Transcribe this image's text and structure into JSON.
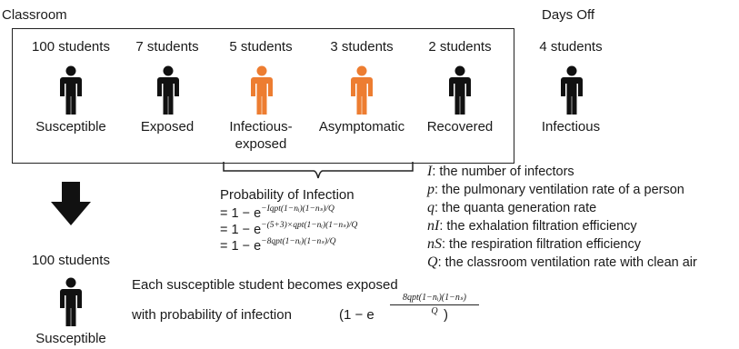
{
  "colors": {
    "black": "#111111",
    "orange": "#ed7d31"
  },
  "classroom_label": "Classroom",
  "days_off_label": "Days Off",
  "groups": [
    {
      "count": "100 students",
      "label": "Susceptible",
      "color": "black"
    },
    {
      "count": "7 students",
      "label": "Exposed",
      "color": "black"
    },
    {
      "count": "5 students",
      "label": "Infectious-",
      "label2": "exposed",
      "color": "orange"
    },
    {
      "count": "3 students",
      "label": "Asymptomatic",
      "color": "orange"
    },
    {
      "count": "2 students",
      "label": "Recovered",
      "color": "black"
    },
    {
      "count": "4 students",
      "label": "Infectious",
      "color": "black"
    }
  ],
  "probability": {
    "heading": "Probability of Infection",
    "line1_prefix": "= 1 − e",
    "line1_exp": "−Iqpt(1−nᵢ)(1−nₛ)/Q",
    "line2_prefix": "= 1 − e",
    "line2_exp": "−(5+3)×qpt(1−nᵢ)(1−nₛ)/Q",
    "line3_prefix": "= 1 − e",
    "line3_exp": "−8qpt(1−nᵢ)(1−nₛ)/Q"
  },
  "legend": [
    {
      "symbol": "I",
      "text": ": the number of infectors"
    },
    {
      "symbol": "p",
      "text": ": the pulmonary ventilation rate of a person"
    },
    {
      "symbol": "q",
      "text": ": the quanta generation rate"
    },
    {
      "symbol": "nI",
      "text": ": the exhalation filtration efficiency"
    },
    {
      "symbol": "nS",
      "text": ": the respiration filtration efficiency"
    },
    {
      "symbol": "Q",
      "text": ": the classroom ventilation rate with clean air"
    }
  ],
  "result": {
    "count": "100 students",
    "label": "Susceptible",
    "line1": "Each susceptible student becomes exposed",
    "line2": "with probability of infection",
    "frac_num": "8qpt(1−nᵢ)(1−nₛ)",
    "frac_den": "Q",
    "paren_open": "(1 − e",
    "paren_close": ")"
  }
}
